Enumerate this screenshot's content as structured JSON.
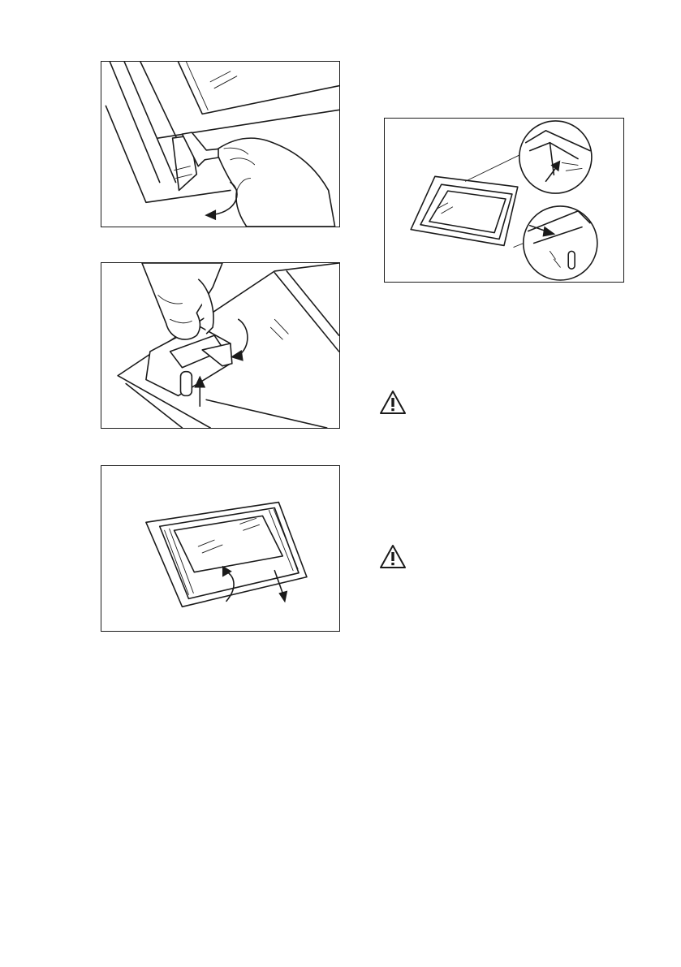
{
  "figures": [
    {
      "id": "step-1",
      "icons": [
        "hinge-lever-icon",
        "hand-icon",
        "rotate-arrow-icon"
      ]
    },
    {
      "id": "step-2",
      "icons": [
        "hand-icon",
        "hinge-lever-icon",
        "up-arrow-icon",
        "rotate-arrow-icon"
      ]
    },
    {
      "id": "step-3",
      "icons": [
        "oven-door-icon",
        "rotate-arrow-icon",
        "down-arrow-icon"
      ]
    },
    {
      "id": "step-4",
      "icons": [
        "oven-door-icon",
        "magnifier-icon",
        "arrow-icon"
      ]
    }
  ],
  "warnings": [
    {
      "icon": "warning-triangle-icon"
    },
    {
      "icon": "warning-triangle-icon"
    }
  ],
  "colors": {
    "line": "#1a1a1a",
    "background": "#ffffff"
  }
}
